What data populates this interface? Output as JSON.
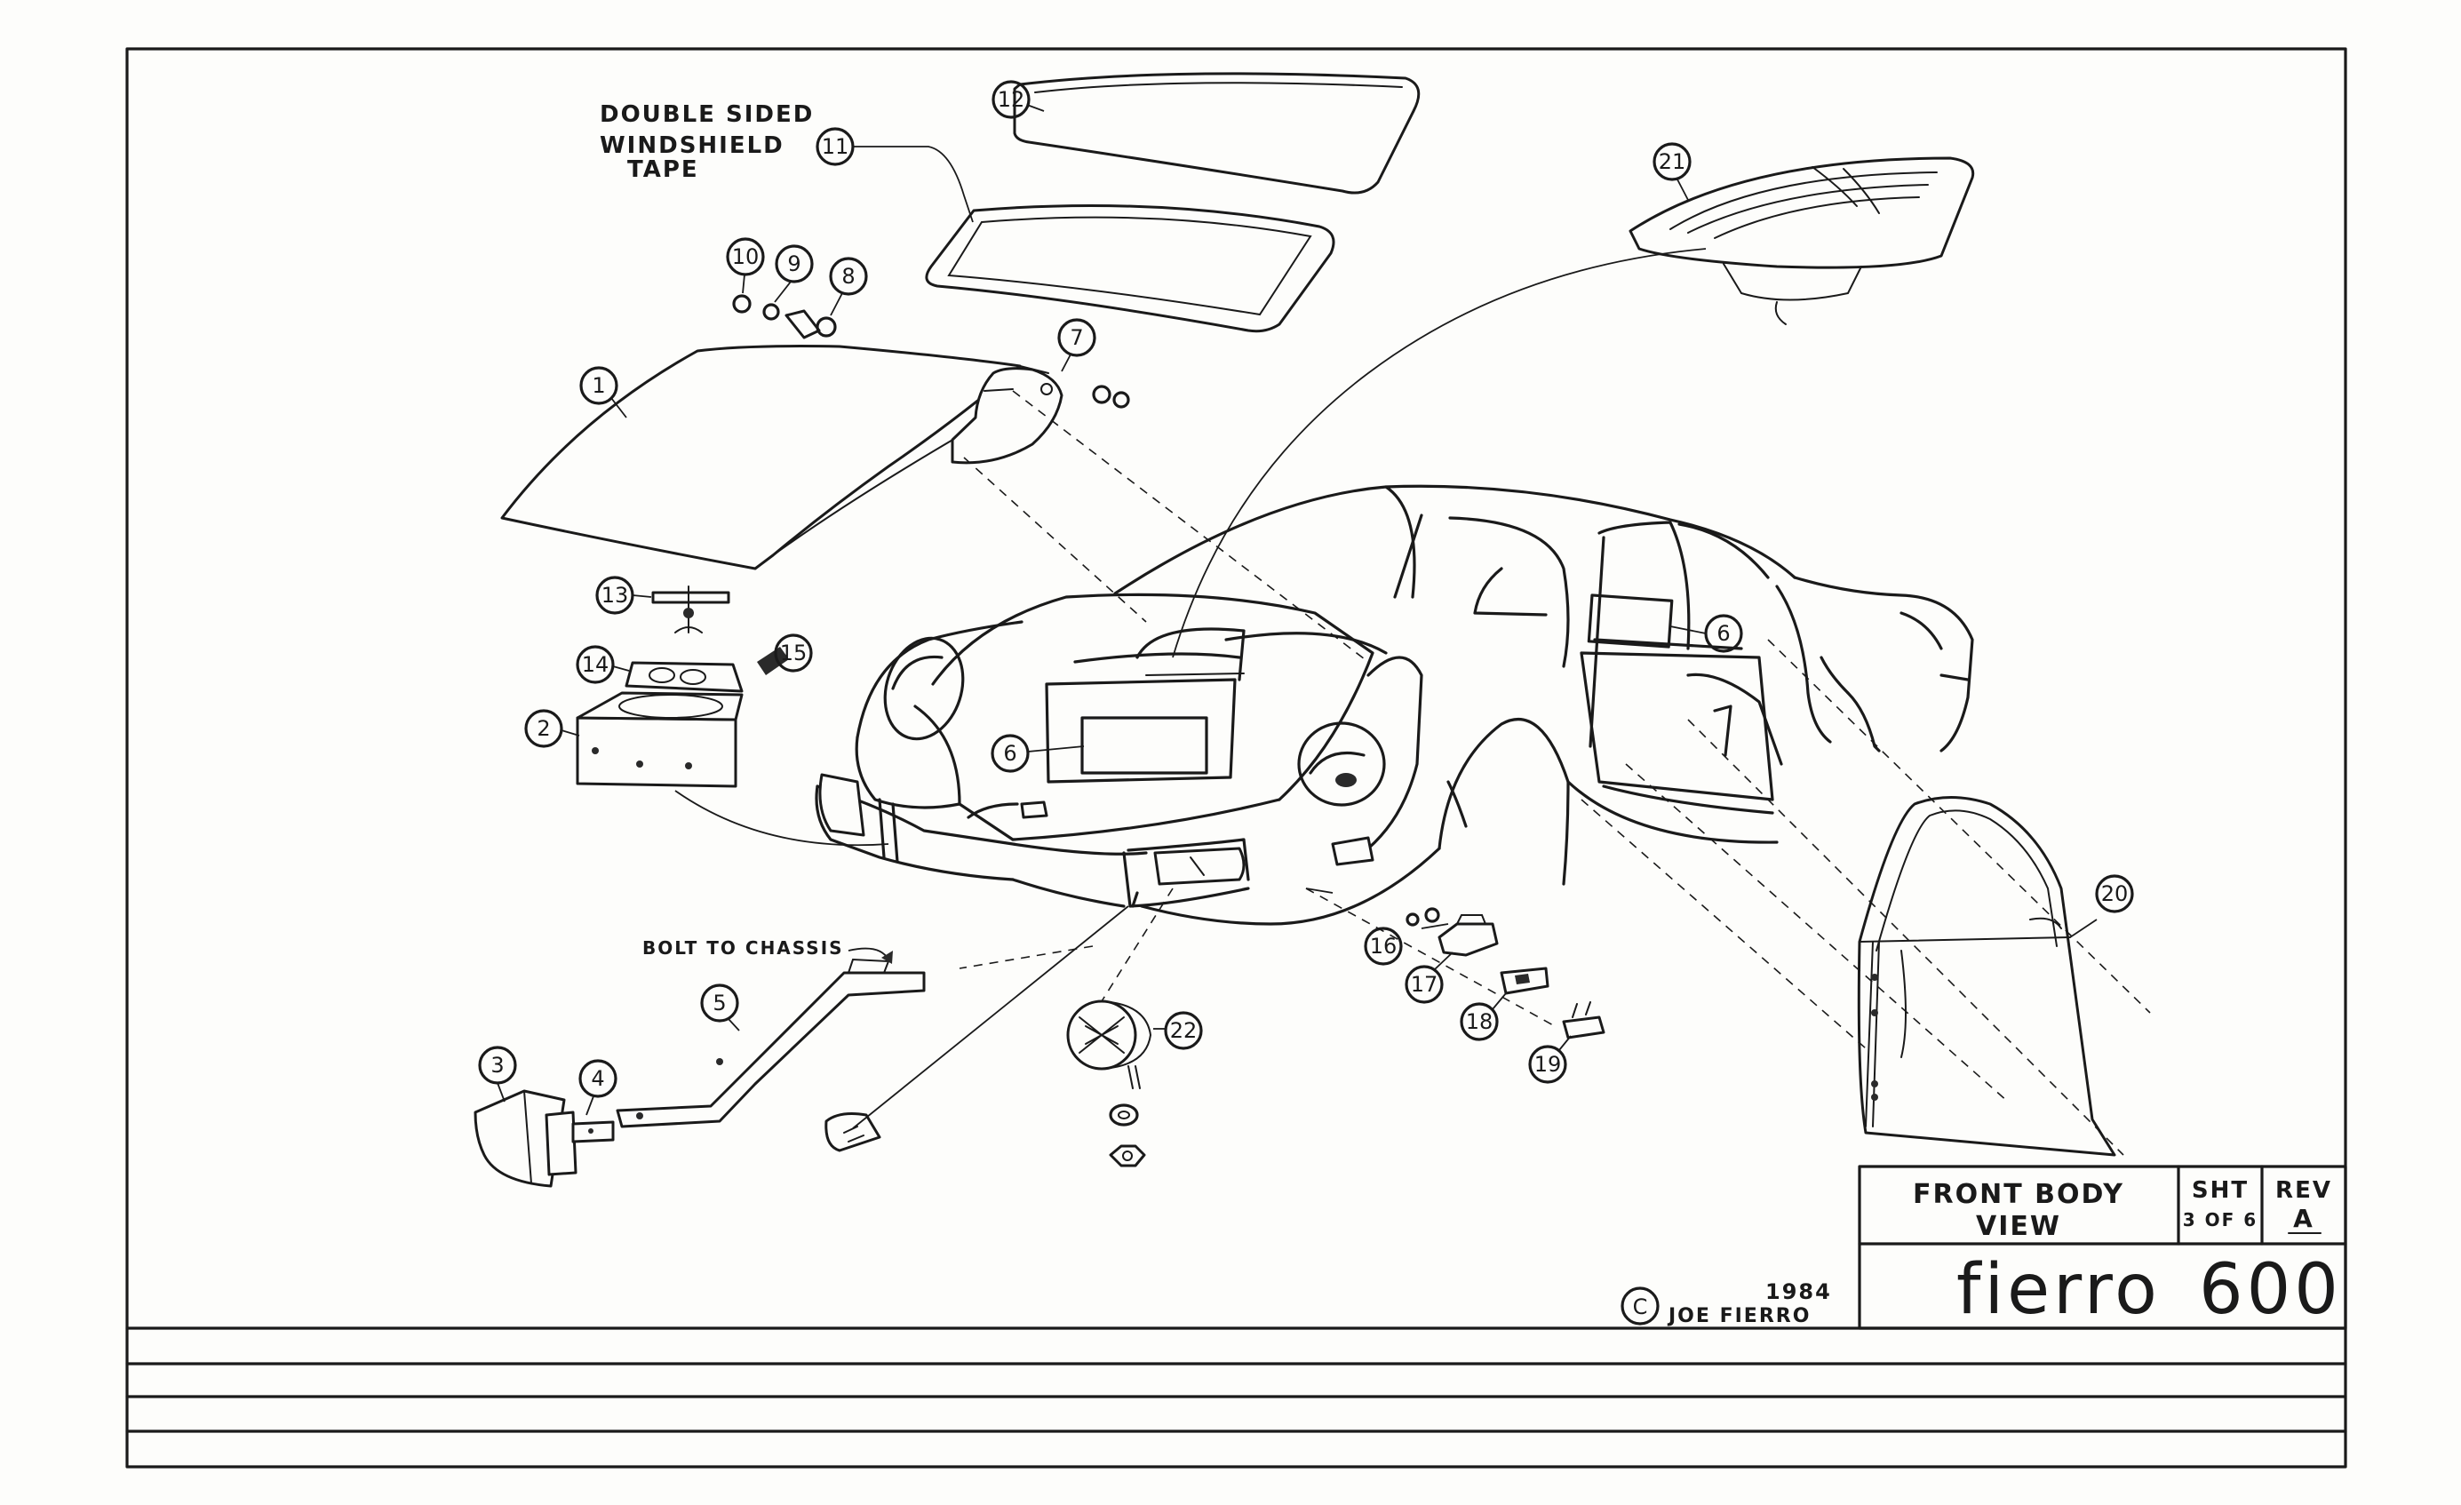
{
  "labels": {
    "tape_line1": "DOUBLE SIDED",
    "tape_line2": "WINDSHIELD",
    "tape_line3": "TAPE",
    "bolt_to_chassis": "BOLT TO CHASSIS"
  },
  "callouts": [
    "1",
    "2",
    "3",
    "4",
    "5",
    "6",
    "6",
    "7",
    "8",
    "9",
    "10",
    "11",
    "12",
    "13",
    "14",
    "15",
    "16",
    "17",
    "18",
    "19",
    "20",
    "21",
    "22"
  ],
  "title_block": {
    "title_line1": "FRONT BODY",
    "title_line2": "VIEW",
    "sheet_label": "SHT",
    "sheet_value": "3 OF 6",
    "rev_label": "REV",
    "rev_value": "A",
    "logo_name": "fierro",
    "logo_model": "600"
  },
  "copyright": {
    "symbol": "C",
    "year": "1984",
    "author": "JOE FIERRO"
  }
}
